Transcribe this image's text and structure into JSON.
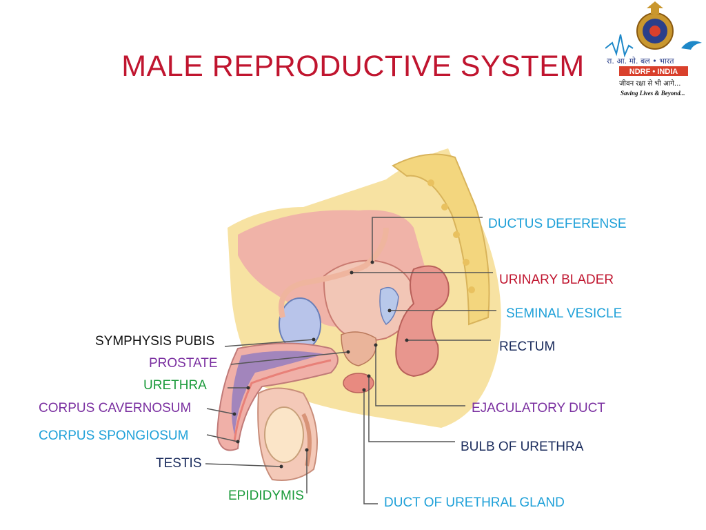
{
  "slide": {
    "title": "MALE REPRODUCTIVE SYSTEM"
  },
  "logo": {
    "line1": "रा. आ. मो. बल • भारत",
    "line2": "NDRF • INDIA",
    "line3": "जीवन रक्षा से भी आगे...",
    "line4": "Saving Lives & Beyond..."
  },
  "labels": [
    {
      "id": "ductus-deferense",
      "text": "DUCTUS DEFERENSE",
      "color": "#1ea0d8"
    },
    {
      "id": "urinary-blader",
      "text": "URINARY BLADER",
      "color": "#c0152f"
    },
    {
      "id": "seminal-vesicle",
      "text": "SEMINAL VESICLE",
      "color": "#1ea0d8"
    },
    {
      "id": "rectum",
      "text": "RECTUM",
      "color": "#1a2b5c"
    },
    {
      "id": "ejaculatory-duct",
      "text": "EJACULATORY DUCT",
      "color": "#7a2fa0"
    },
    {
      "id": "bulb-of-urethra",
      "text": "BULB OF URETHRA",
      "color": "#1a2b5c"
    },
    {
      "id": "duct-of-urethral-gland",
      "text": "DUCT OF URETHRAL GLAND",
      "color": "#1ea0d8"
    },
    {
      "id": "symphysis-pubis",
      "text": "SYMPHYSIS PUBIS",
      "color": "#111111"
    },
    {
      "id": "prostate",
      "text": "PROSTATE",
      "color": "#7a2fa0"
    },
    {
      "id": "urethra",
      "text": "URETHRA",
      "color": "#1a9a3a"
    },
    {
      "id": "corpus-cavernosum",
      "text": "CORPUS CAVERNOSUM",
      "color": "#7a2fa0"
    },
    {
      "id": "corpus-spongiosum",
      "text": "CORPUS SPONGIOSUM",
      "color": "#1ea0d8"
    },
    {
      "id": "testis",
      "text": "TESTIS",
      "color": "#1a2b5c"
    },
    {
      "id": "epididymis",
      "text": "EPIDIDYMIS",
      "color": "#1a9a3a"
    }
  ]
}
